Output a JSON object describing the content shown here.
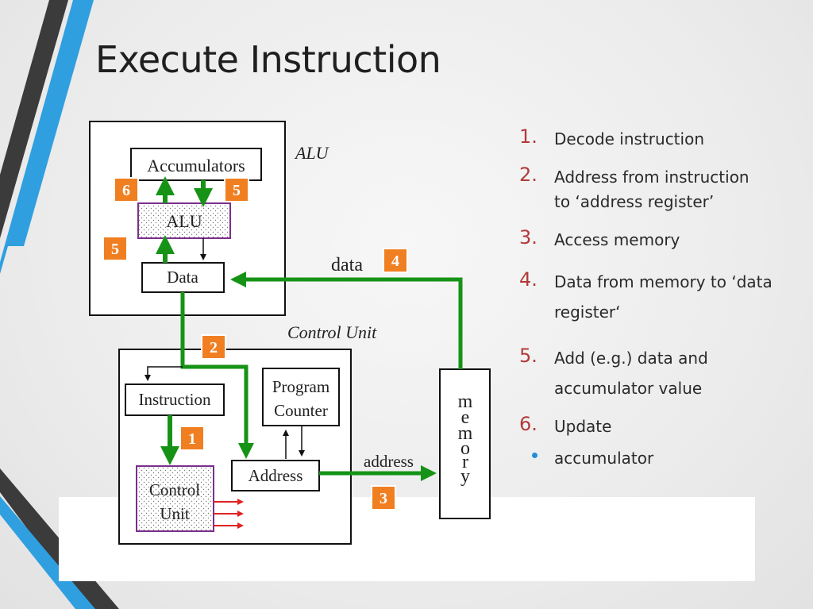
{
  "title": "Execute Instruction",
  "diagram": {
    "alu_label": "ALU",
    "control_unit_label": "Control Unit",
    "accumulators": "Accumulators",
    "alu_box": "ALU",
    "data_box": "Data",
    "instruction_box": "Instruction",
    "program_counter_line1": "Program",
    "program_counter_line2": "Counter",
    "address_box": "Address",
    "control_unit_box_line1": "Control",
    "control_unit_box_line2": "Unit",
    "memory_letters": [
      "m",
      "e",
      "m",
      "o",
      "r",
      "y"
    ],
    "data_bus_label": "data",
    "address_bus_label": "address",
    "badges": {
      "b6": "6",
      "b5_top": "5",
      "b5_left": "5",
      "b4": "4",
      "b2": "2",
      "b1": "1",
      "b3": "3"
    }
  },
  "steps": [
    {
      "num": "1.",
      "lines": [
        "Decode instruction"
      ]
    },
    {
      "num": "2.",
      "lines": [
        "Address from  instruction",
        "to ‘address register’"
      ]
    },
    {
      "num": "3.",
      "lines": [
        "Access memory"
      ]
    },
    {
      "num": "4.",
      "lines": [
        "Data from memory  to ‘data",
        "register‘"
      ]
    },
    {
      "num": "5.",
      "lines": [
        "Add (e.g.) data and",
        "accumulator value"
      ]
    },
    {
      "num": "6.",
      "lines": [
        "Update"
      ]
    },
    {
      "bullet": true,
      "lines": [
        "accumulator"
      ]
    }
  ],
  "colors": {
    "accent_blue": "#2f9fe0",
    "dark_stripe": "#3a3a3a",
    "bus_green": "#169316",
    "badge_orange": "#f07f22",
    "purple_border": "#7b2f8c",
    "number_red": "#b23a3a"
  }
}
